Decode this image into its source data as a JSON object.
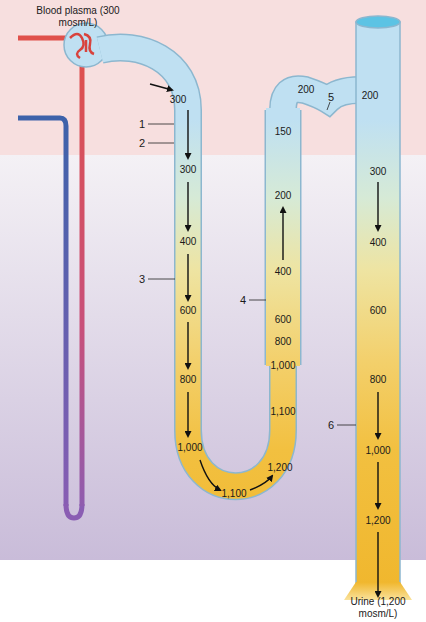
{
  "diagram": {
    "labels": [
      "Blood plasma (300 mosm/L)",
      "300",
      "1",
      "2",
      "300",
      "400",
      "3",
      "600",
      "800",
      "1,000",
      "1,100",
      "1,200",
      "1,100",
      "1,000",
      "800",
      "600",
      "400",
      "200",
      "150",
      "4",
      "200",
      "5",
      "200",
      "300",
      "400",
      "600",
      "800",
      "6",
      "1,000",
      "1,200",
      "Urine (1,200 mosm/L)"
    ]
  }
}
